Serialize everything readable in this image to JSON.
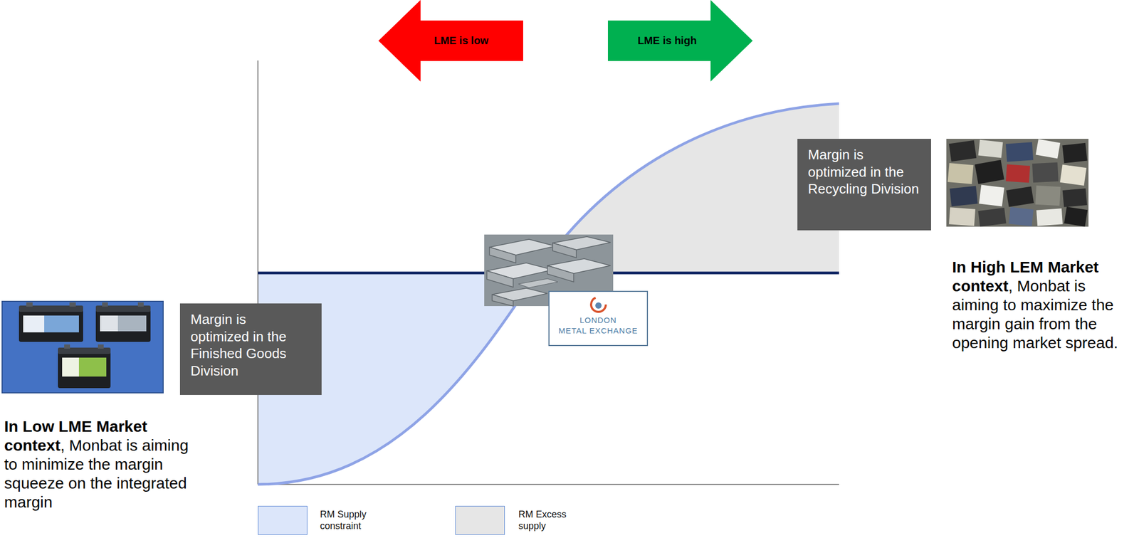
{
  "diagram": {
    "nodes": [
      {
        "text": [
          "LME is low"
        ]
      },
      {
        "text": [
          "LME is high"
        ]
      },
      {
        "text": [
          "Margin is optimized in the Recycling Division"
        ]
      },
      {
        "text": [
          "LONDON",
          "METAL EXCHANGE"
        ]
      },
      {
        "text": [
          "Margin is optimized in the Finished Goods Division"
        ]
      }
    ],
    "labels": [
      "In High LEM Market context",
      ", Monbat is aiming to maximize the margin gain from the opening market spread.",
      "In Low LME Market context",
      ", Monbat is aiming to minimize the margin squeeze on the integrated margin"
    ],
    "legend": [
      {
        "text": "RM Supply constraint",
        "color": "#dce6fa"
      },
      {
        "text": "RM Excess supply",
        "color": "#e6e6e6"
      }
    ]
  }
}
